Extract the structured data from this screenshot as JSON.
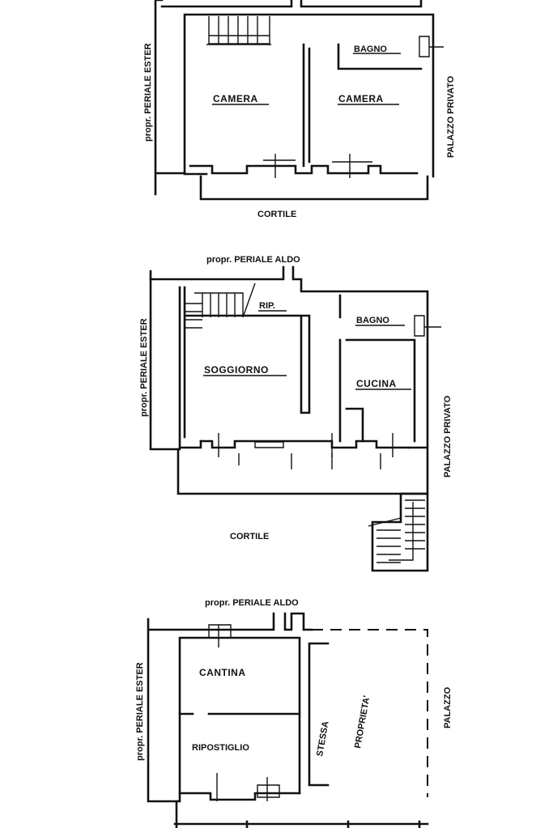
{
  "top_floor": {
    "rooms": {
      "camera_left": "CAMERA",
      "camera_right": "CAMERA",
      "bagno": "BAGNO"
    },
    "neighbor_left": "propr. PERIALE ESTER",
    "neighbor_right_fragment": "PALAZZO PRIVATO",
    "courtyard": "CORTILE"
  },
  "middle_floor": {
    "neighbor_top": "propr.  PERIALE ALDO",
    "neighbor_left": "propr. PERIALE ESTER",
    "neighbor_right_fragment": "PALAZZO PRIVATO",
    "rooms": {
      "rip": "RIP.",
      "bagno": "BAGNO",
      "soggiorno": "SOGGIORNO",
      "cucina": "CUCINA"
    },
    "courtyard": "CORTILE"
  },
  "bottom_floor": {
    "neighbor_top": "propr. PERIALE ALDO",
    "neighbor_left": "propr. PERIALE ESTER",
    "rooms": {
      "cantina": "CANTINA",
      "ripostiglio": "RIPOSTIGLIO",
      "stessa": "STESSA",
      "proprieta": "PROPRIETA'"
    },
    "neighbor_right_fragment": "PALAZZO"
  },
  "colors": {
    "ink": "#111111",
    "paper": "#ffffff"
  }
}
